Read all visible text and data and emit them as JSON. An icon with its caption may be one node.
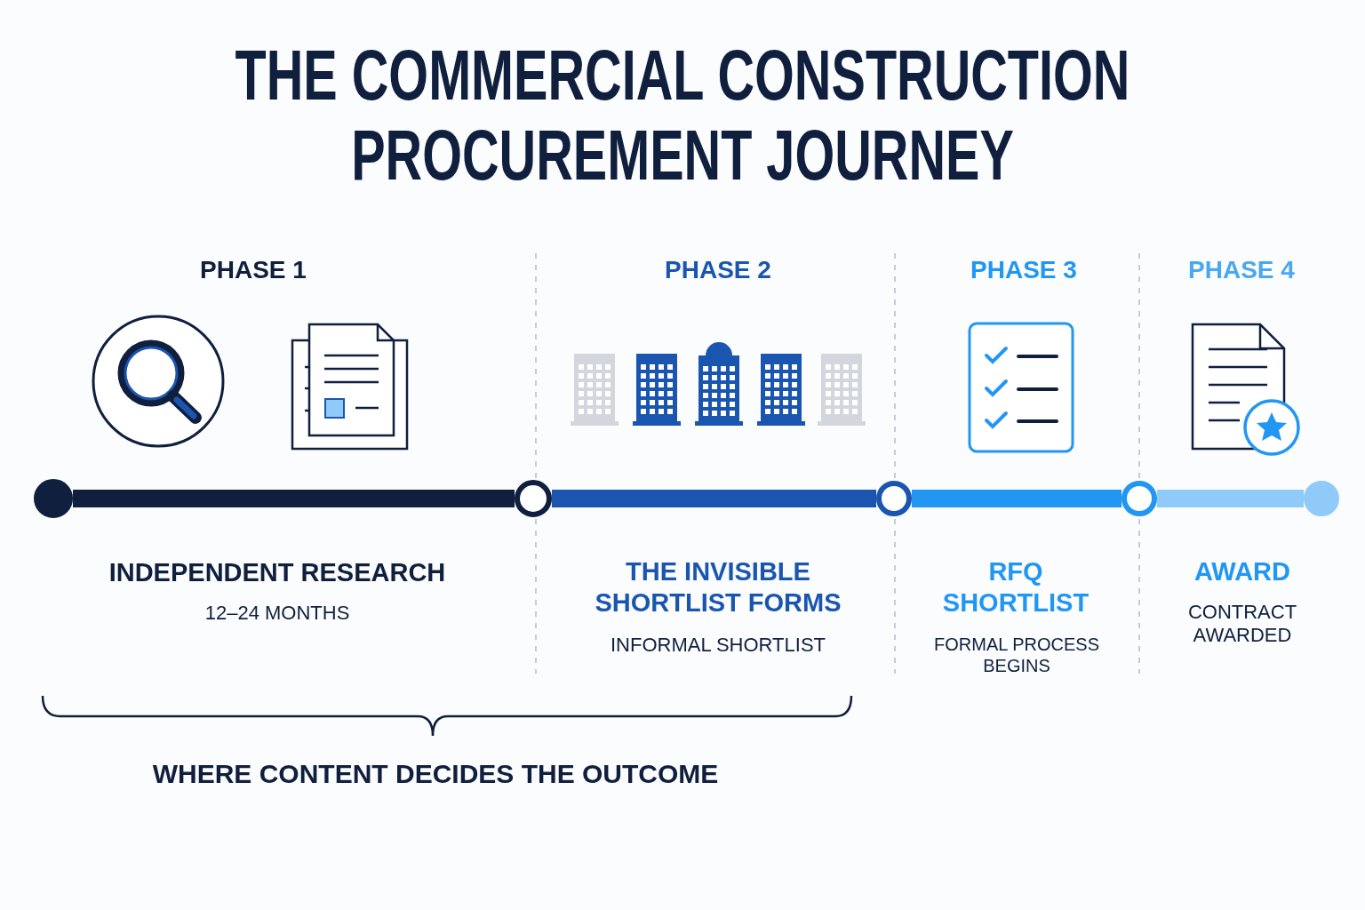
{
  "diagram": {
    "title": "THE COMMERCIAL CONSTRUCTION PROCUREMENT JOURNEY",
    "nodes": [
      {
        "text": [],
        "shape": "circle"
      },
      {
        "text": [],
        "shape": "circle"
      },
      {
        "text": [],
        "shape": "circle"
      },
      {
        "text": [],
        "shape": "circle"
      },
      {
        "text": [],
        "shape": "circle"
      }
    ],
    "edges": [
      {
        "from": 0,
        "to": 1,
        "arrow": "none",
        "color": "#0f1f3d"
      },
      {
        "from": 1,
        "to": 2,
        "arrow": "none",
        "color": "#1a56b0"
      },
      {
        "from": 2,
        "to": 3,
        "arrow": "none",
        "color": "#2196f3"
      },
      {
        "from": 3,
        "to": 4,
        "arrow": "none",
        "color": "#90caf9"
      }
    ],
    "labels": [
      "PHASE 1",
      "PHASE 2",
      "PHASE 3",
      "PHASE 4",
      "INDEPENDENT RESEARCH",
      "12–24 MONTHS",
      "THE INVISIBLE SHORTLIST FORMS",
      "INFORMAL SHORTLIST",
      "RFQ SHORTLIST",
      "FORMAL PROCESS BEGINS",
      "AWARD",
      "CONTRACT AWARDED",
      "WHERE CONTENT DECIDES THE OUTCOME"
    ]
  }
}
